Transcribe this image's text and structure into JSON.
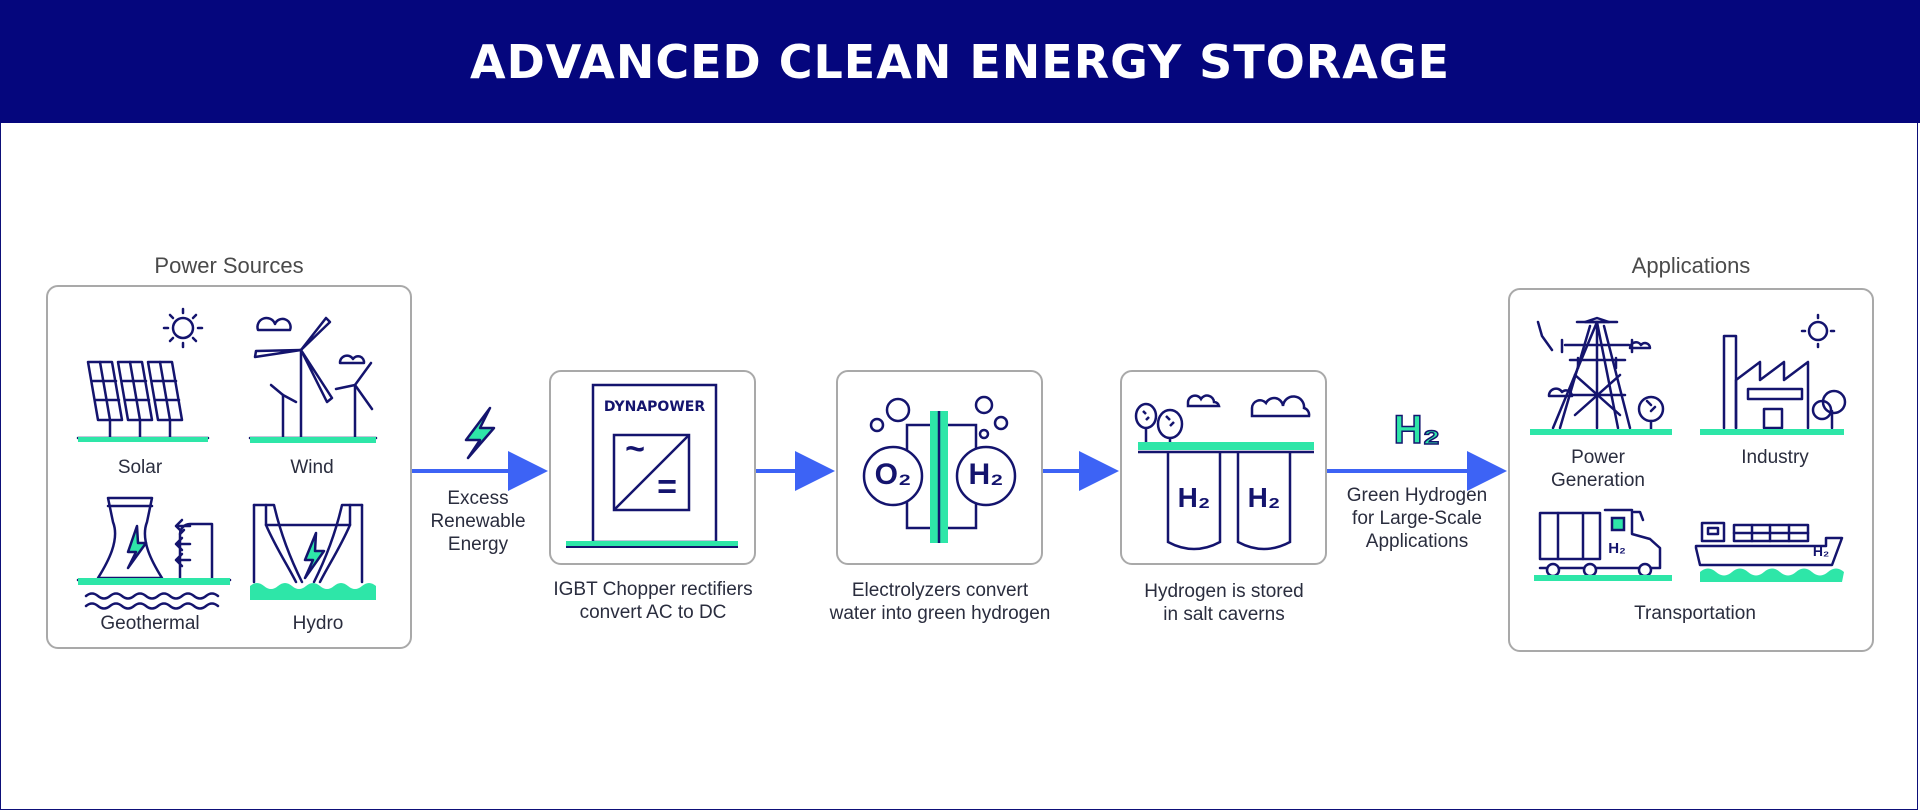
{
  "title": "ADVANCED CLEAN ENERGY STORAGE",
  "colors": {
    "banner": "#05067d",
    "navy": "#14146e",
    "accent": "#2ee6a8",
    "arrow": "#3d63f5",
    "border": "#a9a9a9"
  },
  "power_sources": {
    "heading": "Power Sources",
    "items": [
      {
        "label": "Solar",
        "icon": "solar-panel-icon"
      },
      {
        "label": "Wind",
        "icon": "wind-turbine-icon"
      },
      {
        "label": "Geothermal",
        "icon": "geothermal-plant-icon"
      },
      {
        "label": "Hydro",
        "icon": "hydro-dam-icon"
      }
    ]
  },
  "flow": {
    "step1_label": "Excess\nRenewable\nEnergy",
    "converter": {
      "brand": "DYNAPOWER",
      "label": "IGBT Chopper rectifiers\nconvert AC to DC",
      "symbol_ac": "~",
      "symbol_dc": "="
    },
    "electrolyzer": {
      "label": "Electrolyzers convert\nwater into green hydrogen",
      "o2": "O₂",
      "h2": "H₂"
    },
    "storage": {
      "label": "Hydrogen is stored\nin salt caverns",
      "tank_left": "H₂",
      "tank_right": "H₂"
    },
    "output_symbol": "H₂",
    "output_label": "Green Hydrogen\nfor Large-Scale\nApplications"
  },
  "applications": {
    "heading": "Applications",
    "items": [
      {
        "label": "Power\nGeneration",
        "icon": "power-tower-icon"
      },
      {
        "label": "Industry",
        "icon": "factory-icon"
      },
      {
        "label": "Transportation",
        "icon": "truck-and-ship-icon"
      }
    ],
    "truck_label": "H₂",
    "ship_label": "H₂"
  }
}
